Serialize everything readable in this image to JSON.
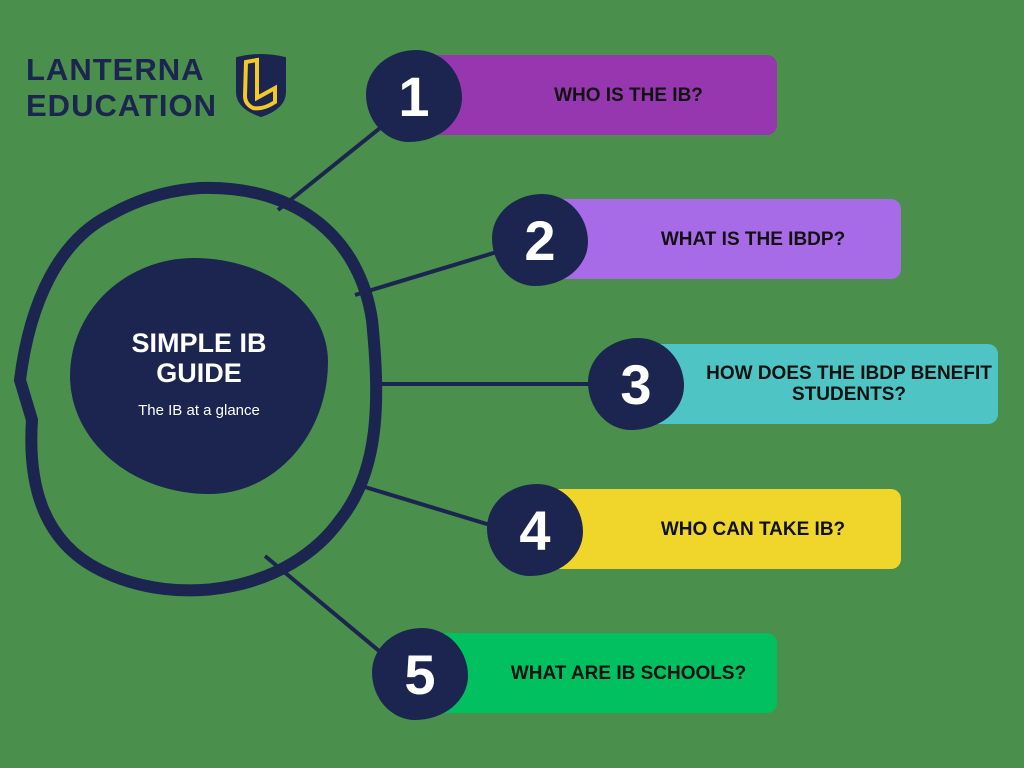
{
  "brand": {
    "line1": "LANTERNA",
    "line2": "EDUCATION",
    "logo_icon": "shield-L-icon"
  },
  "hub": {
    "title_line1": "SIMPLE IB",
    "title_line2": "GUIDE",
    "subtitle": "The IB at a glance"
  },
  "items": [
    {
      "number": "1",
      "label": "WHO IS THE IB?",
      "color": "#9637b0"
    },
    {
      "number": "2",
      "label": "WHAT IS THE IBDP?",
      "color": "#a86be8"
    },
    {
      "number": "3",
      "label": "HOW DOES THE IBDP BENEFIT STUDENTS?",
      "color": "#4fc4c4"
    },
    {
      "number": "4",
      "label": "WHO CAN TAKE IB?",
      "color": "#f0d62a"
    },
    {
      "number": "5",
      "label": "WHAT ARE IB SCHOOLS?",
      "color": "#00c060"
    }
  ],
  "colors": {
    "background": "#4a8f4b",
    "navy": "#1b2550",
    "gold": "#f2c927"
  }
}
